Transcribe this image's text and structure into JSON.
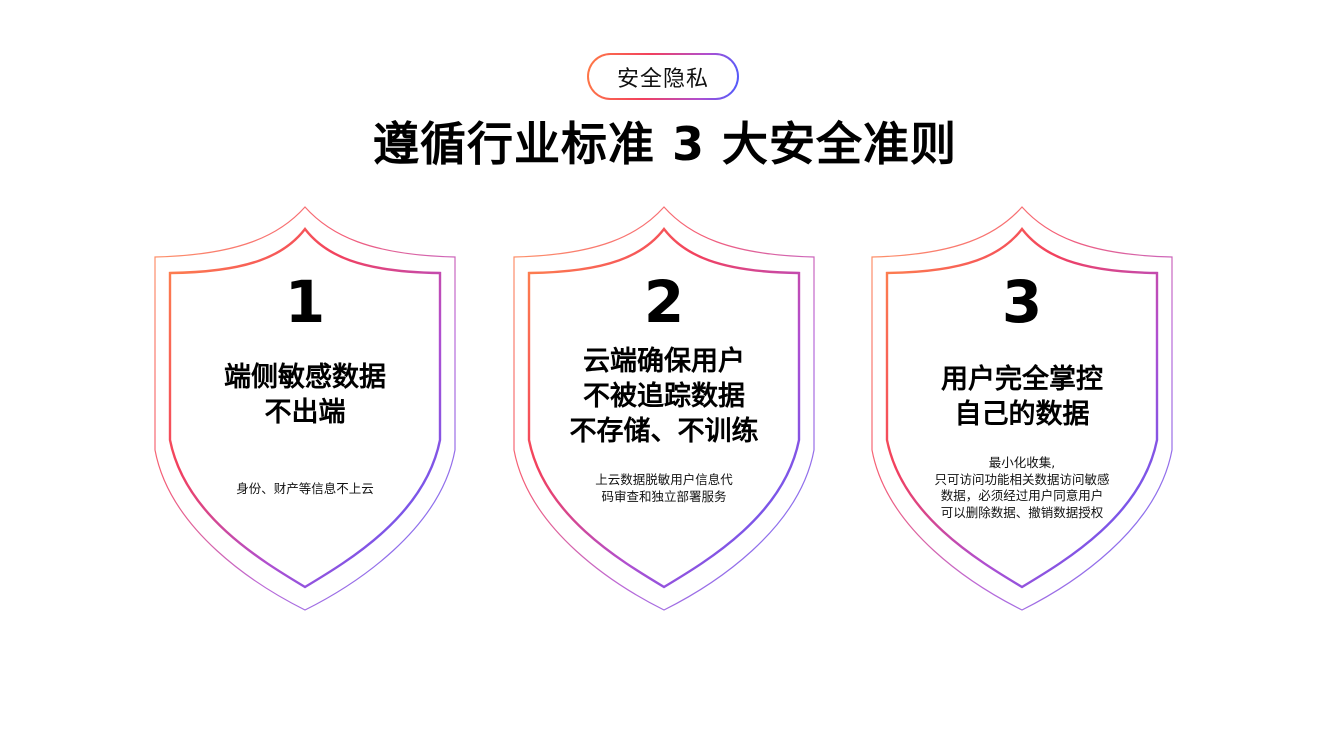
{
  "badge": {
    "label": "安全隐私"
  },
  "title": "遵循行业标准 3 大安全准则",
  "colors": {
    "gradient_start": "#ff7a45",
    "gradient_mid": "#f2405e",
    "gradient_purple": "#b04fd0",
    "gradient_end": "#4a5cff",
    "text": "#000000",
    "background": "#ffffff"
  },
  "shields": [
    {
      "number": "1",
      "heading_lines": [
        "端侧敏感数据",
        "不出端"
      ],
      "desc_lines": [
        "身份、财产等信息不上云"
      ]
    },
    {
      "number": "2",
      "heading_lines": [
        "云端确保用户",
        "不被追踪数据",
        "不存储、不训练"
      ],
      "desc_lines": [
        "上云数据脱敏用户信息代",
        "码审查和独立部署服务"
      ]
    },
    {
      "number": "3",
      "heading_lines": [
        "用户完全掌控",
        "自己的数据"
      ],
      "desc_lines": [
        "最小化收集,",
        "只可访问功能相关数据访问敏感",
        "数据，必须经过用户同意用户",
        "可以删除数据、撤销数据授权"
      ]
    }
  ]
}
